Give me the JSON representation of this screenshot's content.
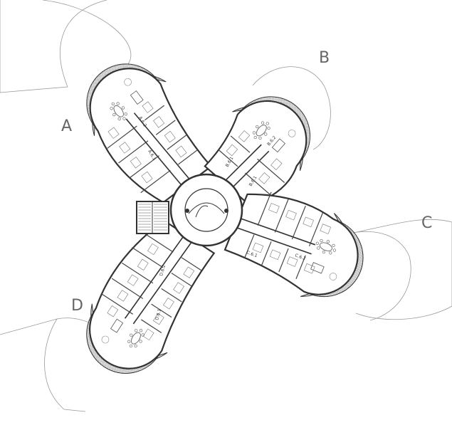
{
  "wings": [
    {
      "id": "A",
      "label": "A"
    },
    {
      "id": "B",
      "label": "B"
    },
    {
      "id": "C",
      "label": "C"
    },
    {
      "id": "D",
      "label": "D"
    }
  ],
  "units": [
    "A.6.2",
    "A.6.1",
    "B.6.1",
    "B.6.2",
    "B.6.1",
    "C.6.1",
    "C.6.2",
    "D.6.2",
    "D.6.1"
  ],
  "colors": {
    "line": "#333333",
    "light_line": "#999999",
    "hatch": "#bbbbbb"
  }
}
